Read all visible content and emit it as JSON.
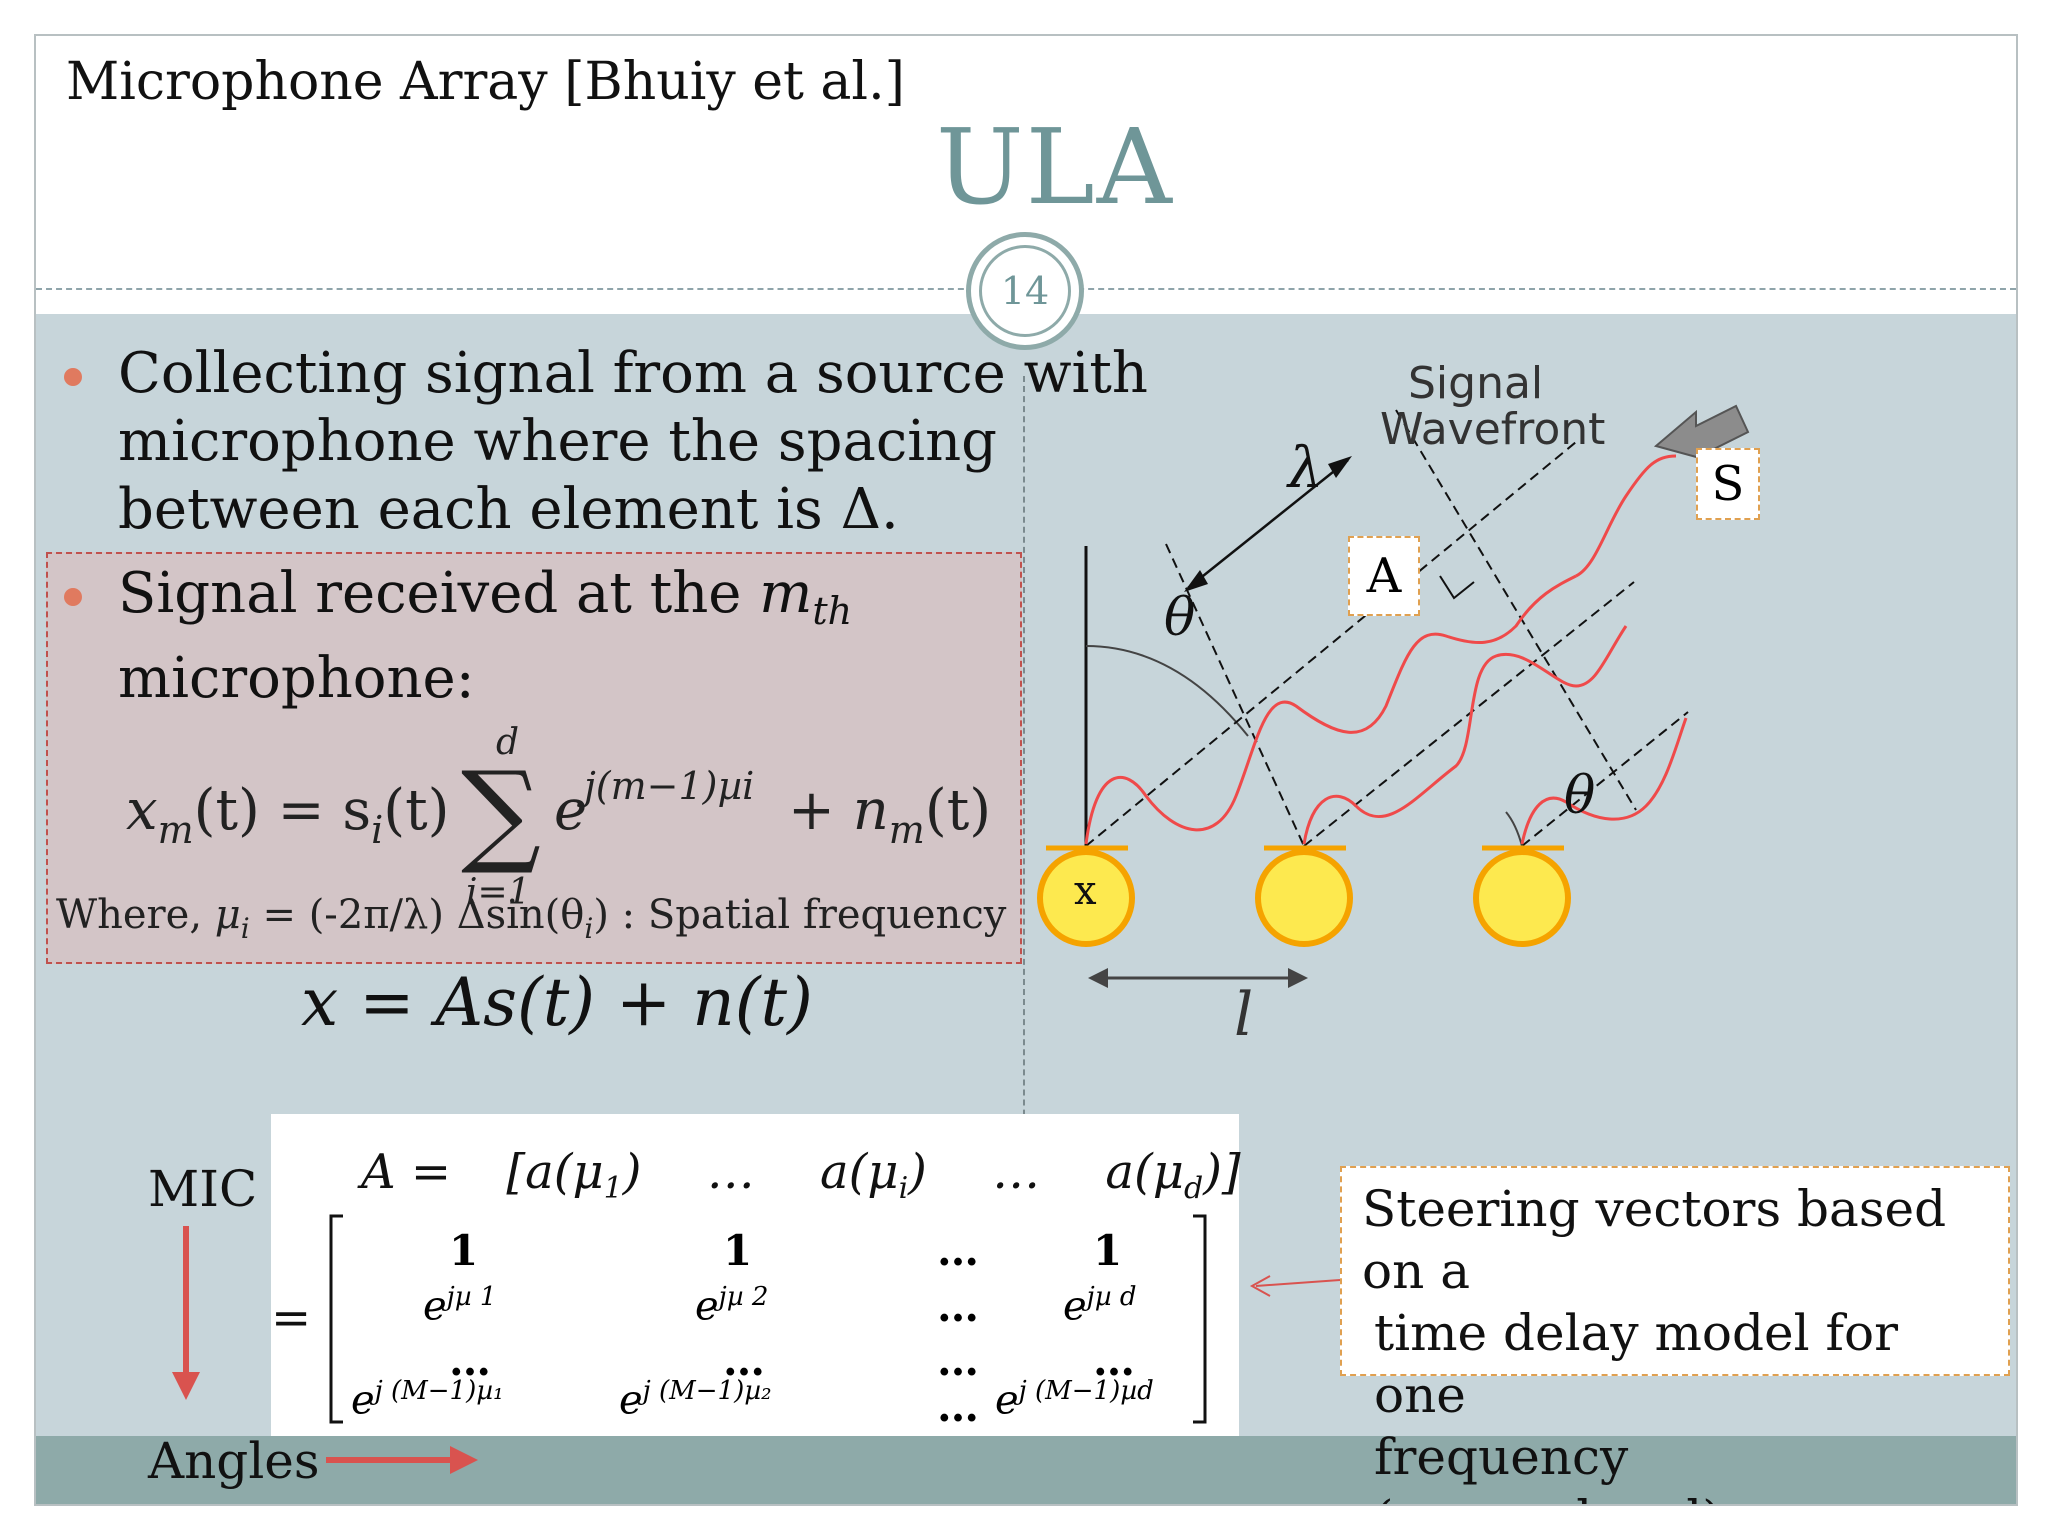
{
  "header": {
    "reference": "Microphone Array [Bhuiy et al.]",
    "title": "ULA",
    "page_number": "14"
  },
  "bullets": [
    {
      "lines": [
        "Collecting signal from a source with",
        "microphone where the spacing",
        "between each element is Δ."
      ]
    },
    {
      "line1_prefix": "Signal received at the ",
      "line1_var": "m",
      "line1_sub": "th",
      "line2": "microphone:"
    }
  ],
  "formula": {
    "lhs": "x",
    "lhs_sub": "m",
    "lhs_arg": "(t) = s",
    "s_sub": "i",
    "s_arg": "(t)",
    "sum_symbol": "∑",
    "sum_upper": "d",
    "sum_lower": "i=1",
    "exp_base": "e",
    "exp_power": "j(m−1)µi",
    "plus_noise": "+ n",
    "noise_sub": "m",
    "noise_arg": "(t)"
  },
  "where": {
    "prefix": "Where, ",
    "mu": "μ",
    "mu_sub": "i",
    "mid": " = (-2π/λ) Δsin(θ",
    "theta_sub": "i",
    "suffix": ") : Spatial frequency"
  },
  "system_eq": "x = As(t) + n(t)",
  "diagram": {
    "signal_label": "Signal",
    "wavefront_label": "Wavefront",
    "source_label": "S",
    "point_label": "A",
    "lambda": "λ",
    "theta": "θ",
    "mic_marker": "x",
    "spacing": "l",
    "colors": {
      "wave": "#ef4a4a",
      "mic_fill": "#fde94f",
      "mic_ring": "#f5a300",
      "arrow": "#8c8c8c"
    }
  },
  "matrix": {
    "header": {
      "lhs": "A =",
      "items": [
        "[a(μ",
        "…",
        "a(μ",
        "…",
        "a(μ"
      ],
      "subs": [
        "1",
        "i",
        "d"
      ]
    },
    "equals": "=",
    "row1": [
      "1",
      "1",
      "…",
      "1"
    ],
    "row2_base": "e",
    "row2_powers": [
      "jµ 1",
      "jµ 2",
      "jµ d"
    ],
    "row3": [
      "…",
      "…",
      "…",
      "…"
    ],
    "row4_powers": [
      "j (M−1)µ₁",
      "j (M−1)µ₂",
      "j (M−1)µd"
    ],
    "dots": "…"
  },
  "labels": {
    "mic": "MIC",
    "angles": "Angles"
  },
  "note": {
    "lines": [
      "Steering vectors based on a",
      "time delay model for one",
      "frequency (narrowband)"
    ]
  },
  "colors": {
    "title": "#6f9698",
    "bullet": "#e07a5f",
    "body_bg": "#c7d5da",
    "footer": "#8eaaa9",
    "arrow_red": "#d9534f"
  }
}
